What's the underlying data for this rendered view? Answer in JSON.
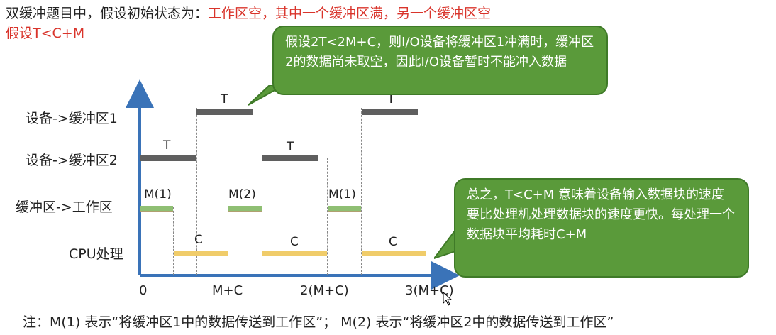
{
  "header": {
    "title_prefix": "双缓冲题目中，假设初始状态为：",
    "title_red": "工作区空，其中一个缓冲区满，另一个缓冲区空",
    "assumption": "假设T<C+M"
  },
  "rows": {
    "device_buf1": "设备->缓冲区1",
    "device_buf2": "设备->缓冲区2",
    "buf_work": "缓冲区->工作区",
    "cpu": "CPU处理"
  },
  "segments": {
    "t1": "T",
    "t2": "T",
    "t3": "T",
    "t4": "T",
    "m1a": "M(1)",
    "m2": "M(2)",
    "m1b": "M(1)",
    "c1": "C",
    "c2": "C",
    "c3": "C"
  },
  "axis_ticks": {
    "zero": "0",
    "one": "M+C",
    "two": "2(M+C)",
    "three": "3(M+C)"
  },
  "callouts": {
    "top": "假设2T<2M+C，则I/O设备将缓冲区1冲满时，缓冲区2的数据尚未取空，因此I/O设备暂时不能冲入数据",
    "right": "总之，T<C+M 意味着设备输入数据块的速度要比处理机处理数据块的速度更快。每处理一个数据块平均耗时C+M"
  },
  "footnote": "注：M(1) 表示“将缓冲区1中的数据传送到工作区”； M(2) 表示“将缓冲区2中的数据传送到工作区”",
  "colors": {
    "title_red": "#d9342b",
    "axis_blue": "#3a73b8",
    "device_bar": "#5f5f5f",
    "transfer_bar": "#8fbf73",
    "cpu_bar": "#f0cc6a",
    "callout_green": "#5a9a3a"
  }
}
